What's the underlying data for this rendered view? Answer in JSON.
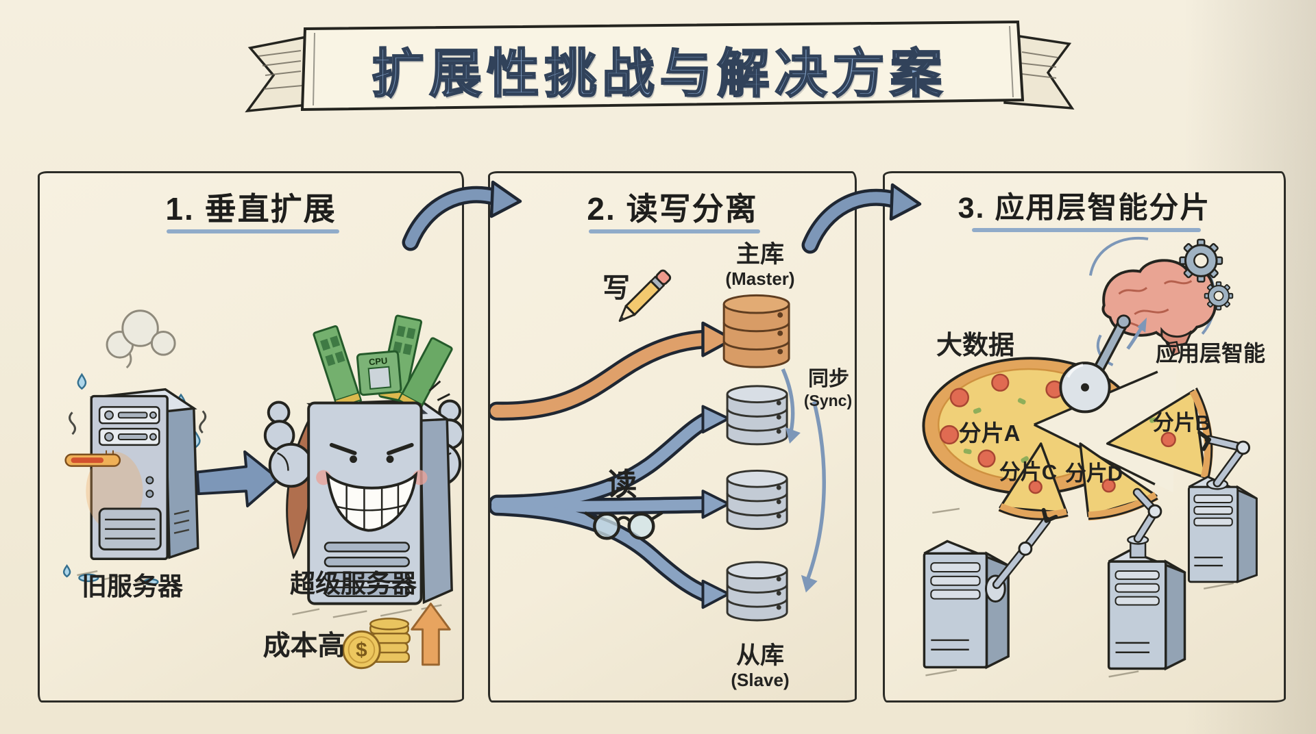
{
  "banner": {
    "title": "扩展性挑战与解决方案"
  },
  "panels": [
    {
      "id": "vertical-scaling",
      "title": "1. 垂直扩展",
      "labels": {
        "old_server": "旧服务器",
        "super_server": "超级服务器",
        "cost": "成本高",
        "cpu_chip": "CPU",
        "dollar": "$"
      }
    },
    {
      "id": "read-write-split",
      "title": "2. 读写分离",
      "labels": {
        "write": "写",
        "read": "读",
        "master": "主库",
        "master_sub": "(Master)",
        "sync": "同步",
        "sync_sub": "(Sync)",
        "slave": "从库",
        "slave_sub": "(Slave)"
      }
    },
    {
      "id": "app-layer-sharding",
      "title": "3. 应用层智能分片",
      "labels": {
        "big_data": "大数据",
        "app_intelligence": "应用层智能",
        "shard_a": "分片A",
        "shard_b": "分片B",
        "shard_c": "分片C",
        "shard_d": "分片D"
      }
    }
  ],
  "colors": {
    "background": "#f2ebd8",
    "ink": "#2c2c27",
    "title_blue": "#84a3c9",
    "arrow_blue": "#7d97b8",
    "arrow_orange": "#dfa06a",
    "master_db": "#d89c66",
    "slave_db": "#c3cbd5",
    "pizza_cheese": "#f0d078",
    "pizza_crust": "#e2a55c",
    "pepperoni": "#e06b52",
    "brain_pink": "#e9a493",
    "coin_gold": "#e9c45f",
    "cape_red": "#b06f4e"
  }
}
